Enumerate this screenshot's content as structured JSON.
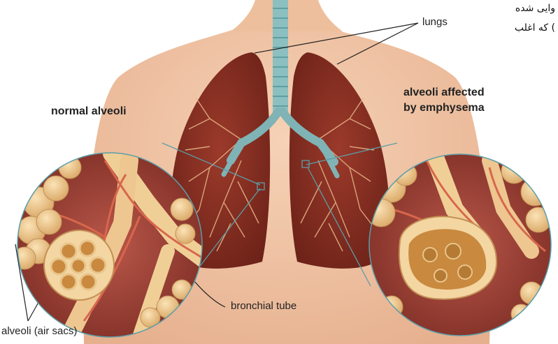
{
  "labels": {
    "lungs": "lungs",
    "normal_alveoli": "normal alveoli",
    "affected_line1": "alveoli affected",
    "affected_line2": "by emphysema",
    "bronchial_tube": "bronchial tube",
    "alveoli_air_sacs": "alveoli (air sacs)"
  },
  "persian_text": {
    "line1": "وایی شده",
    "line2": ") که اغلب"
  },
  "colors": {
    "skin": "#f2c7a6",
    "skin_shadow": "#e4aa84",
    "lung": "#7c2a1f",
    "lung_highlight": "#9b3a2b",
    "airway": "#7fb3b5",
    "alveoli": "#f0cf96",
    "vessel": "#d8664c",
    "pointer": "#5b9ea8"
  }
}
